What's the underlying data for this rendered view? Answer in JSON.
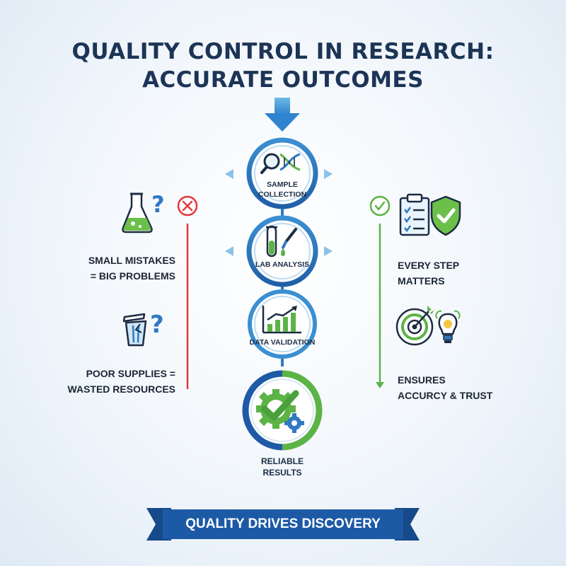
{
  "title": {
    "line1": "QUALITY CONTROL IN RESEARCH:",
    "line2": "ACCURATE OUTCOMES"
  },
  "steps": [
    {
      "label": "SAMPLE",
      "label2": "COLLECTION",
      "icon": "magnifier-dna-icon"
    },
    {
      "label": "LAB ANALYSIS",
      "icon": "test-tube-dropper-icon"
    },
    {
      "label": "DATA VALIDATION",
      "icon": "bar-chart-growth-icon"
    },
    {
      "label": "RELIABLE",
      "label2": "RESULTS",
      "icon": "gear-checkmark-icon"
    }
  ],
  "left_panel": {
    "status_icon": "x-circle-icon",
    "items": [
      {
        "line1": "SMALL MISTAKES",
        "line2": "= BIG PROBLEMS",
        "icon": "flask-question-icon"
      },
      {
        "line1": "POOR SUPPLIES =",
        "line2": "WASTED RESOURCES",
        "icon": "trash-question-icon"
      }
    ]
  },
  "right_panel": {
    "status_icon": "check-circle-icon",
    "items": [
      {
        "line1": "EVERY STEP",
        "line2": "MATTERS",
        "icon": "clipboard-shield-icon"
      },
      {
        "line1": "ENSURES",
        "line2": "ACCURCY & TRUST",
        "icon": "target-lightbulb-icon"
      }
    ]
  },
  "banner": {
    "text": "QUALITY DRIVES DISCOVERY"
  },
  "colors": {
    "navy": "#1c3456",
    "blue": "#2f79c4",
    "light_blue": "#4a9fd8",
    "green": "#5cb346",
    "red": "#e0383d",
    "banner": "#1d5aa6"
  }
}
